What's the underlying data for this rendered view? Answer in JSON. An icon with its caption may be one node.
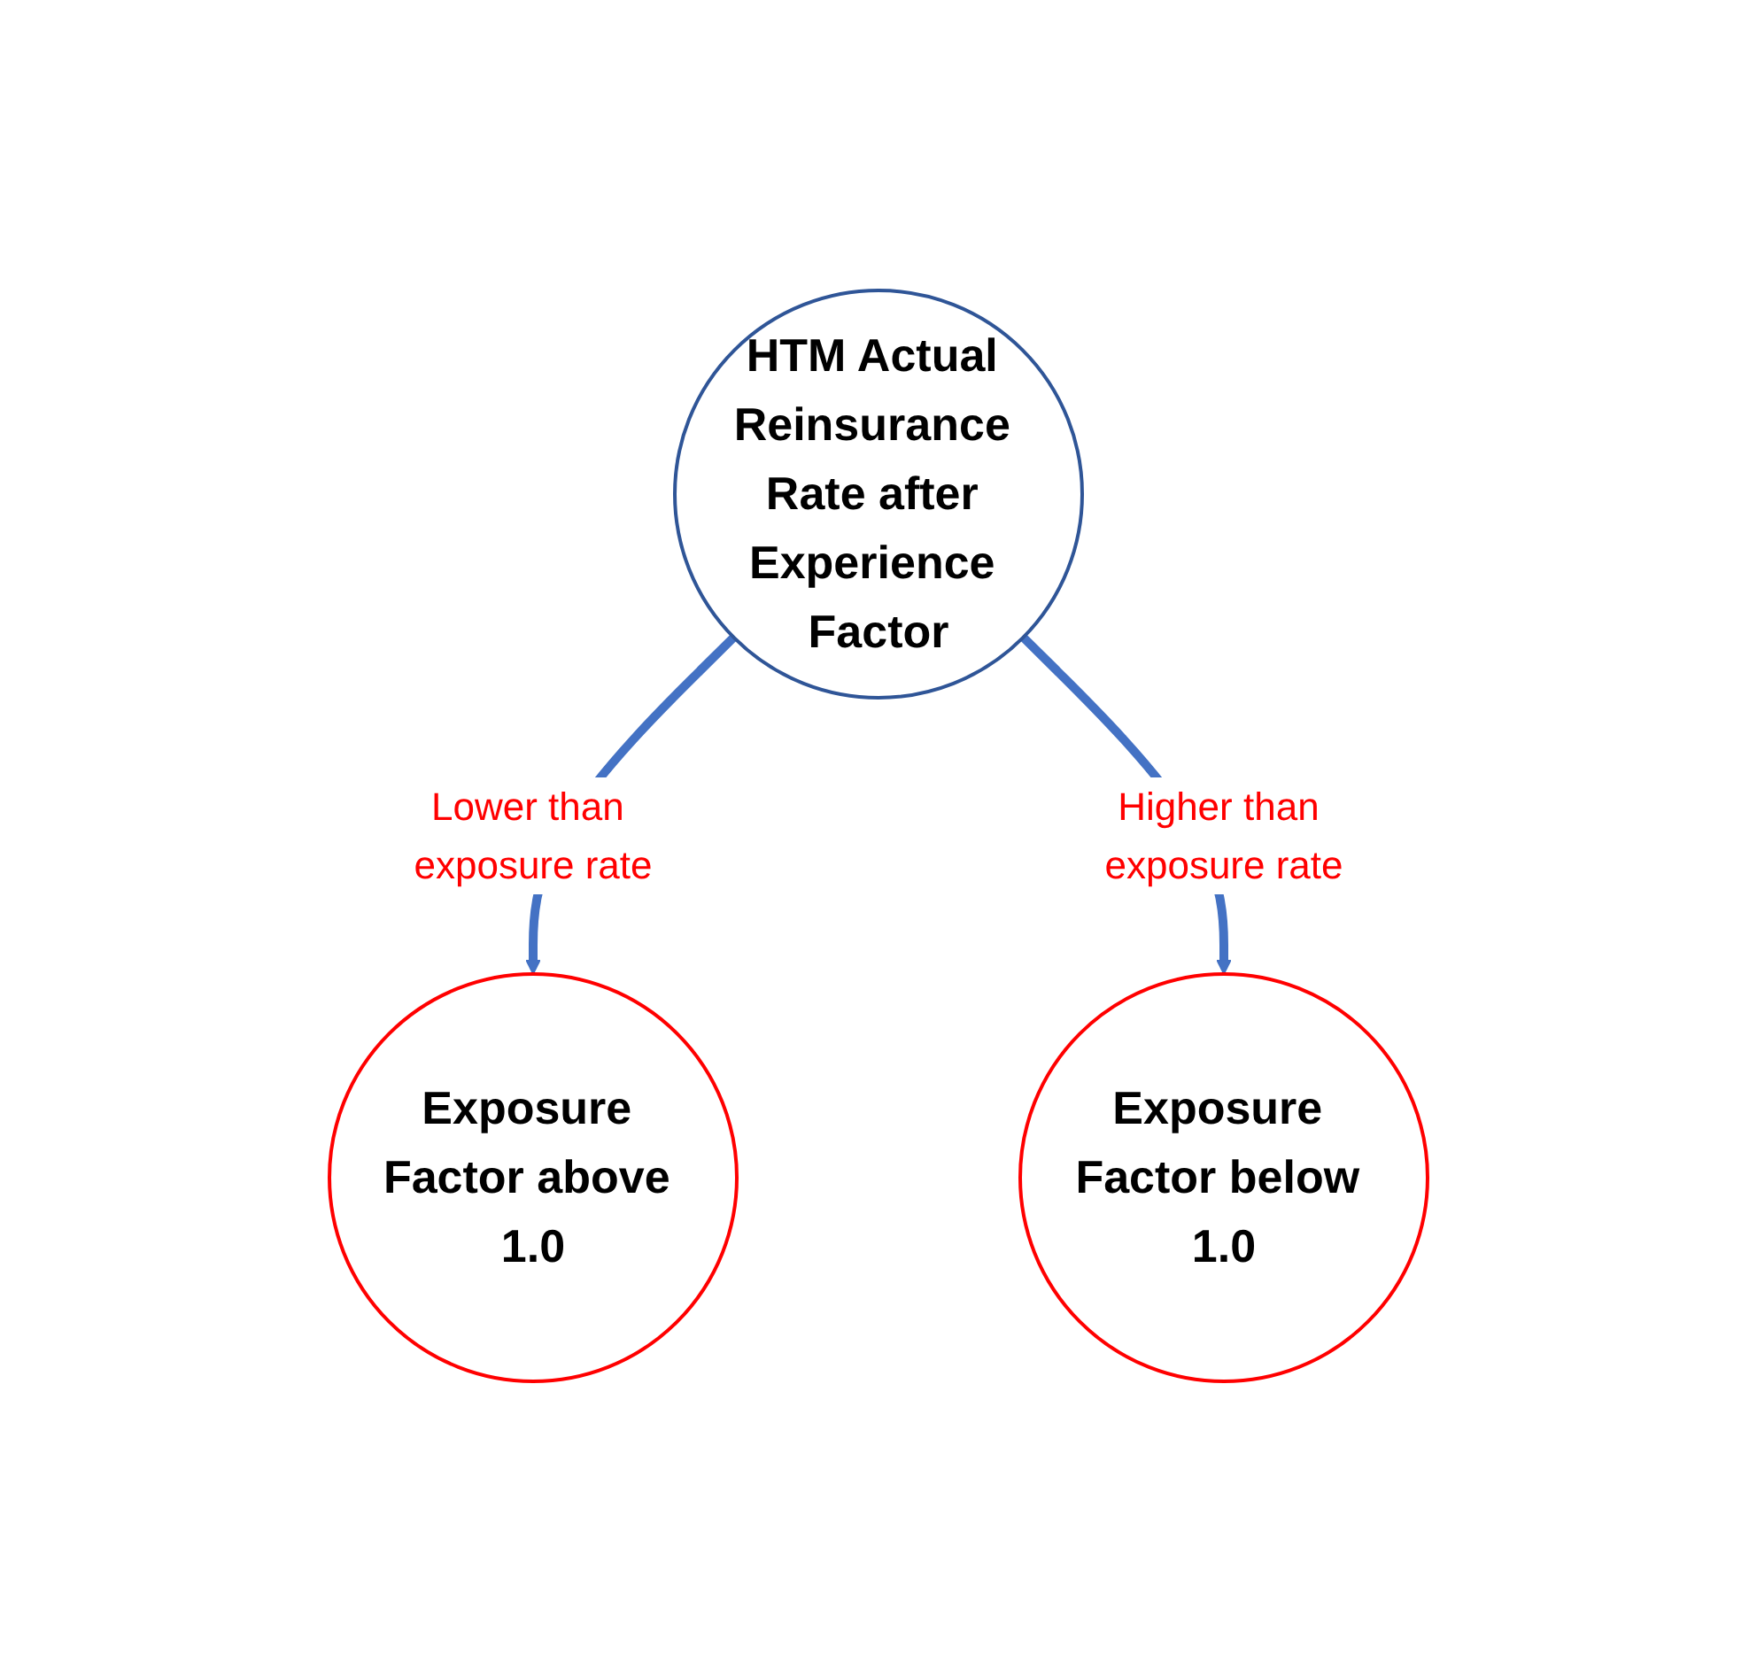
{
  "diagram": {
    "nodes": [
      {
        "text": [
          "HTM Actual Reinsurance Rate after Experience Factor"
        ]
      },
      {
        "text": [
          "Exposure Factor above 1.0"
        ]
      },
      {
        "text": [
          "Exposure Factor below 1.0"
        ]
      }
    ],
    "edges": [
      {
        "from": 0,
        "to": 1,
        "arrow": "to",
        "label": "Lower than exposure rate"
      },
      {
        "from": 0,
        "to": 2,
        "arrow": "to",
        "label": "Higher than exposure rate"
      }
    ]
  }
}
